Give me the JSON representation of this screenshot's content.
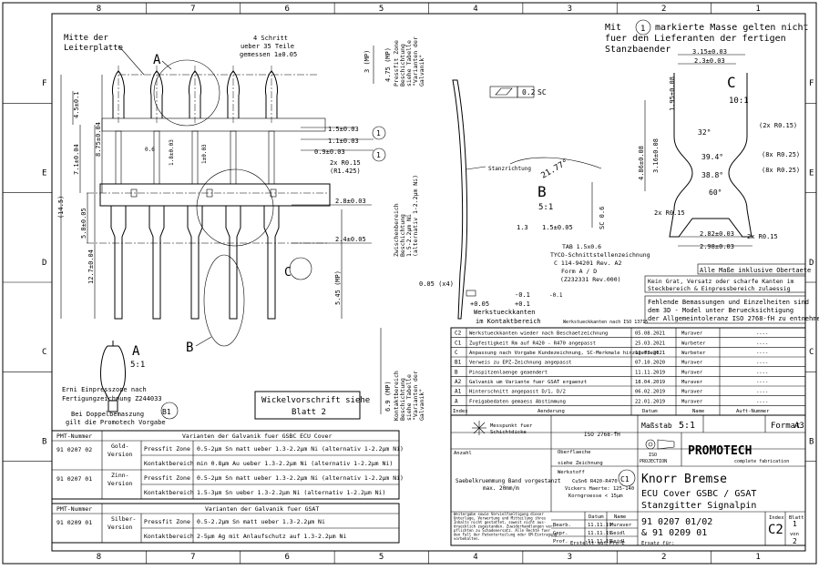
{
  "frame": {
    "col_labels": [
      "8",
      "7",
      "6",
      "5",
      "4",
      "3",
      "2",
      "1"
    ],
    "row_labels": [
      "F",
      "E",
      "D",
      "C",
      "B"
    ]
  },
  "notes": {
    "mitte": [
      "Mitte der",
      "Leiterplatte"
    ],
    "schritt": [
      "4 Schritt",
      "ueber 35 Teile",
      "gemessen 1±0.05"
    ],
    "masse": [
      "Mit",
      "markierte Masse gelten nicht",
      "fuer den Lieferanten der fertigen",
      "Stanzbaender"
    ],
    "masse_marker": "1",
    "einpress": [
      "Erni Einpresszone nach",
      "Fertigungzeichnung Z244033"
    ],
    "doppel": [
      "Bei Doppelbemaszung",
      "gilt die Promotech Vorgabe"
    ],
    "doppel_marker": "B1",
    "wickel": [
      "Wickelvorschrift siehe",
      "Blatt 2"
    ],
    "alle_masse": "Alle Maße inklusive Obertaete",
    "kein_grat": [
      "Kein Grat, Versatz oder scharfe Kanten im",
      "Steckbereich & Einpressbereich zulaessig"
    ],
    "fehlende": [
      "Fehlende Bemassungen und Einzelheiten sind",
      "dem 3D - Model unter Beruecksichtigung",
      "der Allgemeintoleranz   ISO 2768-fH zu entnehmen"
    ],
    "werkstueck": [
      "Werkstueckkanten",
      "im Kontaktbereich"
    ],
    "werkstueckk": "Werkstueckkanten nach  ISO 13715",
    "tab": [
      "TAB 1.5x0.6",
      "TYCO-Schnittstellenzeichnung",
      "C  114-94201 Rev. A2",
      "Form  A / D",
      "(Z232331 Rev.000)"
    ],
    "stanz": "Stanzrichtung",
    "zones": [
      "Zwischenbereich",
      "Beschichtung",
      "1.5-2.2µm Ni",
      "(alternativ 1-2.2µm Ni)"
    ],
    "press_zone": [
      "Pressfit Zone",
      "Beschichtung",
      "siehe Tabelle",
      "\"Varianten der",
      "Galvanik\""
    ],
    "kontakt_zone": [
      "Kontaktbereich",
      "Beschichtung",
      "siehe Tabelle",
      "\"Varianten der",
      "Galvanik\""
    ],
    "abstand_note": "(8x R0.25)"
  },
  "detail_labels": {
    "A": "A",
    "A_scale": "5:1",
    "B": "B",
    "B_scale": "5:1",
    "C": "C",
    "C_scale": "10:1",
    "C_circle": "C"
  },
  "dims": {
    "left": [
      "4.5±0.1",
      "8.75±0.04",
      "7.1±0.04",
      "(14.5)",
      "5.8±0.05",
      "12.7±0.04"
    ],
    "top": [
      "0.6",
      "1.8±0.03",
      "1±0.03"
    ],
    "right": [
      "1.5±0.03",
      "1.1±0.03",
      "0.9±0.03",
      "2x R0.15",
      "(R1.425)",
      "2.8±0.03",
      "2.4±0.05",
      "5.45 (MP)",
      "4.75 (MP)",
      "3 (MP)",
      "6.9 (MP)"
    ],
    "detail_c": [
      "3.15±0.03",
      "2.3±0.03",
      "1.95±0.08",
      "4.86±0.08",
      "3.16±0.08",
      "32°",
      "39.4°",
      "38.8°",
      "60°",
      "2.82±0.03",
      "2.98±0.03",
      "(2x R0.15)",
      "(8x R0.25)",
      "2x R0.15",
      "2x R0.15"
    ],
    "detail_b": [
      "0.2",
      "SC",
      "21.77°",
      "1.5±0.05",
      "1.3",
      "SC 0.6",
      "0.05 (x4)",
      "+0.05",
      "-0.1",
      "+0.1",
      "-0.1"
    ]
  },
  "circled_markers": [
    "1",
    "1"
  ],
  "revisions": {
    "rows": [
      {
        "idx": "C2",
        "desc": "Werkstueckkanten wieder nach Beschaetzeichnung",
        "date": "05.08.2021",
        "name": "Muraver",
        "approver": "----"
      },
      {
        "idx": "C1",
        "desc": "Zugfestigkeit Rm auf R420 - R470 angepasst",
        "date": "25.03.2021",
        "name": "Wurbeter",
        "approver": "----"
      },
      {
        "idx": "C",
        "desc": "Anpassung nach Vorgabe Kundezeichnung, SC-Merkmale hinzugefuegt",
        "date": "12.03.2021",
        "name": "Wurbeter",
        "approver": "----"
      },
      {
        "idx": "B1",
        "desc": "Verweis zu EPZ-Zeichnung angepasst",
        "date": "07.10.2020",
        "name": "Muraver",
        "approver": "----"
      },
      {
        "idx": "B",
        "desc": "Pinspitzenlaenge geaendert",
        "date": "11.11.2019",
        "name": "Muraver",
        "approver": "----"
      },
      {
        "idx": "A2",
        "desc": "Galvanik um Variante fuer GSAT ergaenzt",
        "date": "18.04.2019",
        "name": "Muraver",
        "approver": "----"
      },
      {
        "idx": "A1",
        "desc": "Hinterschnitt angepasst D/1, D/2",
        "date": "06.02.2019",
        "name": "Muraver",
        "approver": "----"
      },
      {
        "idx": "A",
        "desc": "Freigabedaten gemaess Abstimmung",
        "date": "22.01.2019",
        "name": "Muraver",
        "approver": "----"
      }
    ],
    "header": {
      "idx": "Index",
      "desc": "Aenderung",
      "date": "Datum",
      "name": "Name",
      "approver": "Auft-Nummer"
    }
  },
  "title_block": {
    "oberflaeche": [
      "Messpunkt fuer",
      "Schichtdicke"
    ],
    "iso": "ISO 2768-fH",
    "massstab_label": "Maßstab",
    "massstab": "5:1",
    "format_label": "Format",
    "format": "A3",
    "projection": [
      "ISO",
      "PROJECTION"
    ],
    "anzahl": "Anzahl",
    "oberflaeche_label": [
      "Oberflaeche",
      "siehe Zeichnung"
    ],
    "werkstoff_label": "Werkstoff",
    "werkstoff": [
      "CuSn6 R420-R470",
      "Vickers Haerte: 125-140",
      "Korngroesse < 15µm"
    ],
    "saebel": [
      "Saebelkruemmung Band vorgestanzt",
      "max. 20mm/m"
    ],
    "rev_marker": "C1",
    "customer": "Knorr Bremse",
    "title1": "ECU Cover GSBC / GSAT",
    "title2": "Stanzgitter Signalpin",
    "drawing_no1": "91 0207 01/02",
    "drawing_no2": "& 91 0209 01",
    "index_label": "Index",
    "index": "C2",
    "blatt_label": "Blatt",
    "blatt": "1",
    "von_label": "von",
    "von": "2",
    "legal": [
      "Weitergabe sowie Vervielfaeltigung dieser",
      "Unterlage, Verwertung und Mitteilung ihres",
      "Inhalts nicht gestattet, soweit nicht aus-",
      "druecklich zugestanden. Zuwiderhandlungen ver-",
      "pflichten zu Schadenersatz. Alle Rechte fuer",
      "den Fall der Patenterteilung oder GM-Eintragung",
      "vorbehalten."
    ],
    "people": [
      {
        "role": "Bearb.",
        "date": "11.11.19",
        "name": "Muraver"
      },
      {
        "role": "Gepr.",
        "date": "11.11.19",
        "name": "Seidl"
      },
      {
        "role": "Prof.",
        "date": "11.11.19",
        "name": "Seidl"
      }
    ],
    "people_header": {
      "date": "Datum",
      "name": "Name"
    },
    "erstellt": "Erstellt auf Pro-E",
    "ersatz": "Ersatz für:",
    "logo": "PROMOTECH",
    "logo_sub": "complete fabrication"
  },
  "galvanik_gsbc": {
    "header_pmt": "PMT-Nummer",
    "title": "Varianten der Galvanik fuer GSBC ECU Cover",
    "rows": [
      {
        "pmt": "91 0207 02",
        "version": [
          "Gold-",
          "Version"
        ],
        "zone": "Pressfit Zone",
        "spec": "0.5-2µm Sn matt ueber 1.3-2.2µm Ni (alternativ 1-2.2µm Ni)"
      },
      {
        "pmt": "",
        "version": [],
        "zone": "Kontaktbereich",
        "spec": "min 0.8µm Au ueber 1.3-2.2µm Ni (alternativ 1-2.2µm Ni)"
      },
      {
        "pmt": "91 0207 01",
        "version": [
          "Zinn-",
          "Version"
        ],
        "zone": "Pressfit Zone",
        "spec": "0.5-2µm Sn matt ueber 1.3-2.2µm Ni (alternativ 1-2.2µm Ni)"
      },
      {
        "pmt": "",
        "version": [],
        "zone": "Kontaktbereich",
        "spec": "1.5-3µm Sn ueber 1.3-2.2µm Ni (alternativ 1-2.2µm Ni)"
      }
    ]
  },
  "galvanik_gsat": {
    "header_pmt": "PMT-Nummer",
    "title": "Varianten der Galvanik fuer GSAT",
    "rows": [
      {
        "pmt": "91 0209 01",
        "version": [
          "Silber-",
          "Version"
        ],
        "zone": "Pressfit Zone",
        "spec": "0.5-2.2µm Sn matt ueber 1.3-2.2µm Ni"
      },
      {
        "pmt": "",
        "version": [],
        "zone": "Kontaktbereich",
        "spec": "2-5µm Ag mit Anlaufschutz auf 1.3-2.2µm Ni"
      }
    ]
  }
}
